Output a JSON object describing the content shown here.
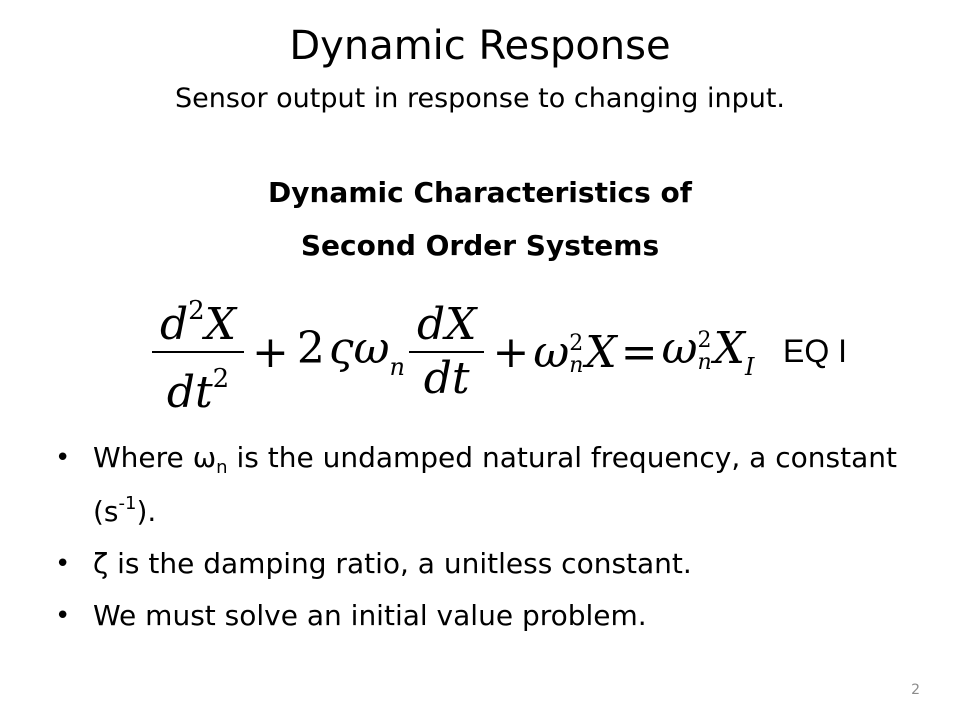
{
  "slide": {
    "title": "Dynamic Response",
    "subtitle": "Sensor output in response to changing input.",
    "heading_line1": "Dynamic Characteristics of",
    "heading_line2": "Second Order Systems",
    "equation_label": "EQ I",
    "page_number": "2"
  },
  "equation": {
    "d": "d",
    "X": "X",
    "dt": "dt",
    "two": "2",
    "plus": "+",
    "equals": "=",
    "zeta": "ς",
    "omega": "ω",
    "n": "n",
    "I": "I"
  },
  "bullets": {
    "b1_pre": "Where ",
    "b1_omega": "ω",
    "b1_sub": "n",
    "b1_post": " is the undamped natural frequency, a constant (s",
    "b1_sup": "-1",
    "b1_end": ").",
    "b2_symbol": "ζ",
    "b2_text": " is the damping ratio, a unitless constant.",
    "b3_text": "We must solve an initial value problem."
  }
}
